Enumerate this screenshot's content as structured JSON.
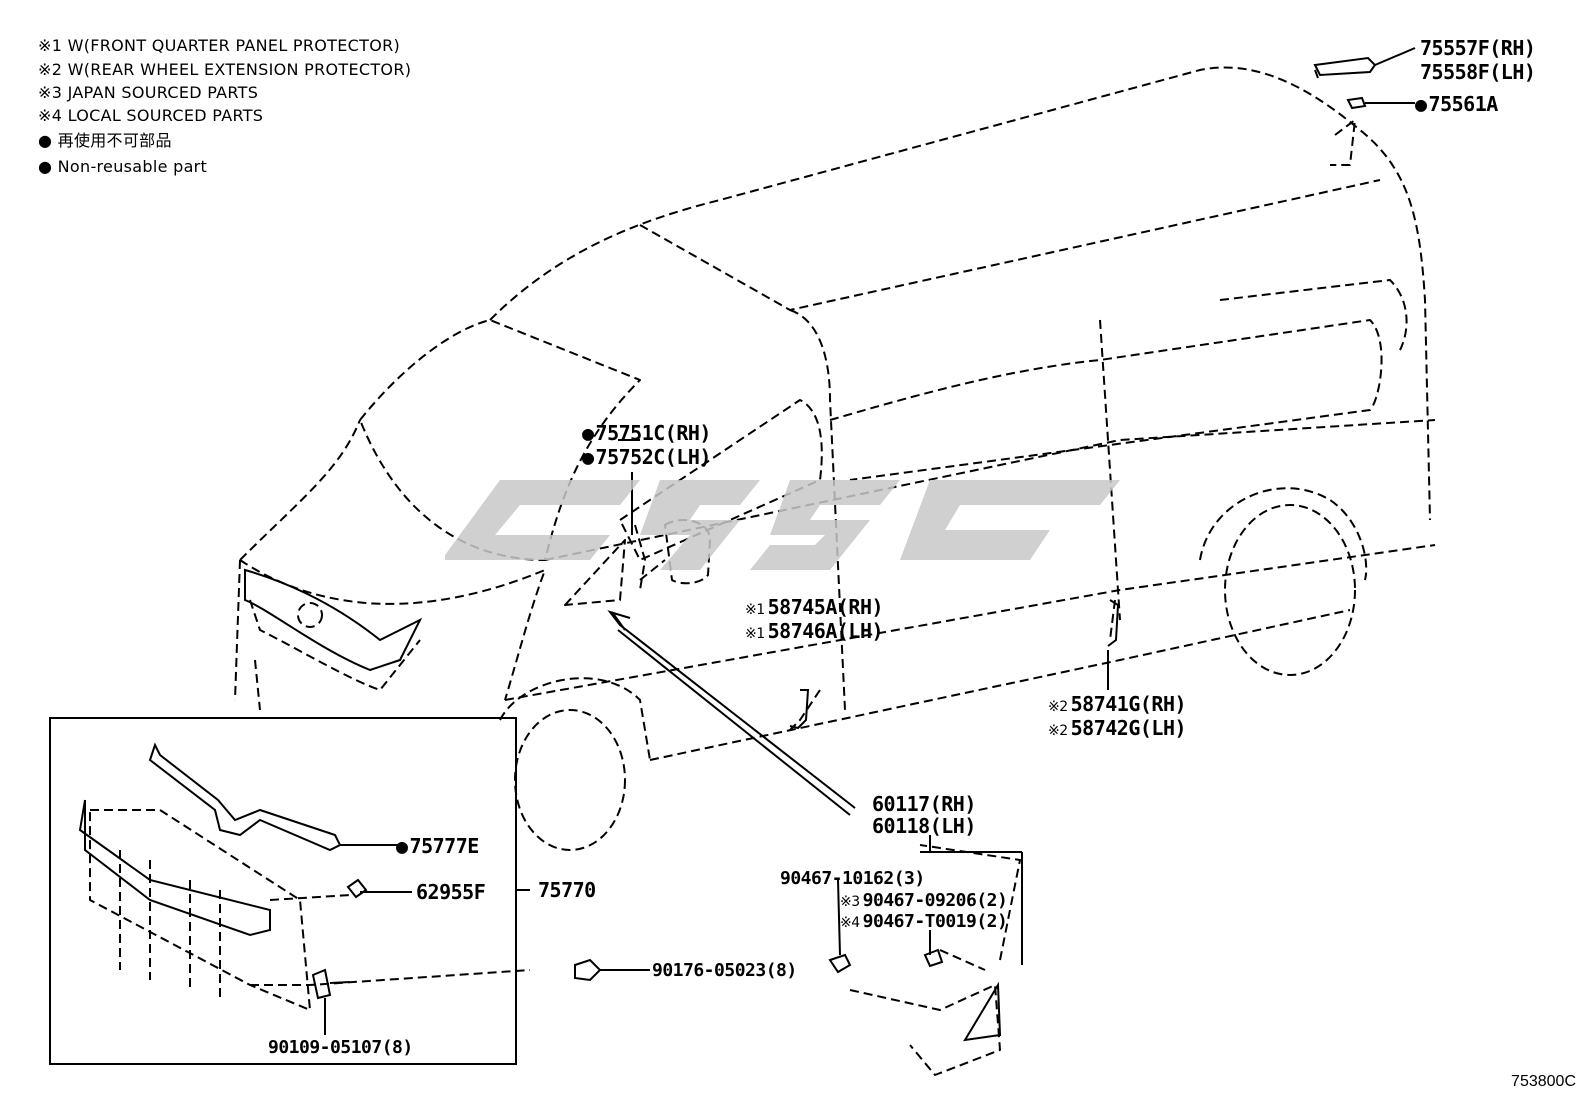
{
  "legend": {
    "notes": [
      {
        "mark": "※1",
        "text": "W(FRONT QUARTER PANEL PROTECTOR)"
      },
      {
        "mark": "※2",
        "text": "W(REAR WHEEL EXTENSION PROTECTOR)"
      },
      {
        "mark": "※3",
        "text": "JAPAN SOURCED PARTS"
      },
      {
        "mark": "※4",
        "text": "LOCAL SOURCED PARTS"
      }
    ],
    "nonreusable_jp": "再使用不可部品",
    "nonreusable_en": "Non-reusable part"
  },
  "symbols": {
    "bullet": "●"
  },
  "parts": {
    "p75557F": "75557F(RH)",
    "p75558F": "75558F(LH)",
    "p75561A": "75561A",
    "p75751C": "75751C(RH)",
    "p75752C": "75752C(LH)",
    "p58745A": "58745A(RH)",
    "p58746A": "58746A(LH)",
    "p58741G": "58741G(RH)",
    "p58742G": "58742G(LH)",
    "p60117": "60117(RH)",
    "p60118": "60118(LH)",
    "p90467_10162": "90467-10162(3)",
    "p90467_09206": "90467-09206(2)",
    "p90467_T0019": "90467-T0019(2)",
    "p75777E": "75777E",
    "p62955F": "62955F",
    "p75770": "75770",
    "p90176": "90176-05023(8)",
    "p90109": "90109-05107(8)"
  },
  "marks": {
    "m1": "※1",
    "m2": "※2",
    "m3": "※3",
    "m4": "※4"
  },
  "figure_id": "753800C",
  "colors": {
    "line": "#000000",
    "watermark": "#c8c8c8"
  }
}
